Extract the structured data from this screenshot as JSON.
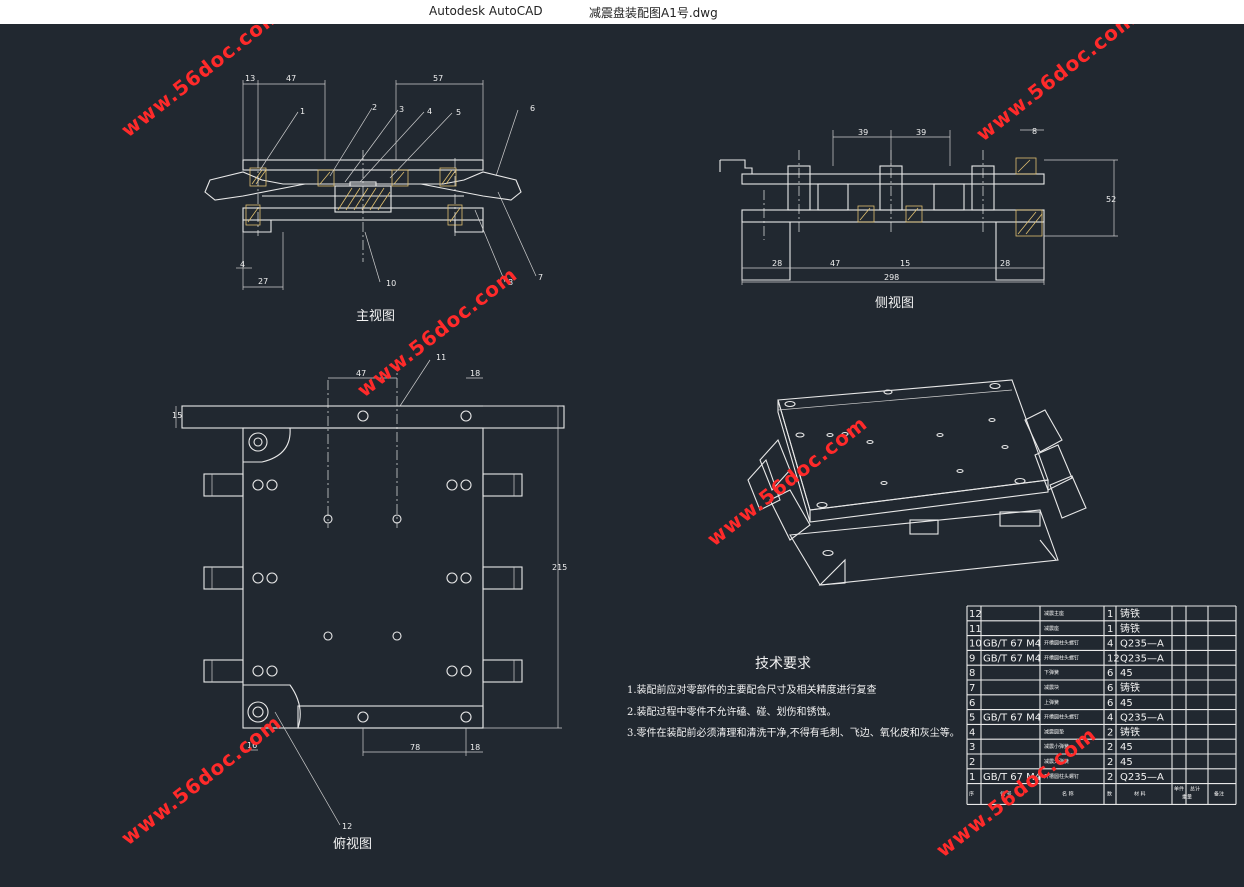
{
  "window": {
    "app_title": "Autodesk AutoCAD",
    "file_title": "减震盘装配图A1号.dwg"
  },
  "views": {
    "front": "主视图",
    "side": "侧视图",
    "top": "俯视图"
  },
  "dims": {
    "front_a": "13",
    "front_b": "47",
    "front_c": "57",
    "front_d": "4",
    "front_e": "27",
    "side_a": "39",
    "side_b": "39",
    "side_c": "8",
    "side_d": "52",
    "side_e": "28",
    "side_f": "47",
    "side_g": "15",
    "side_h": "28",
    "side_i": "298",
    "top_a": "47",
    "top_b": "18",
    "top_c": "15",
    "top_d": "215",
    "top_e": "16",
    "top_f": "78",
    "top_g": "18"
  },
  "balloons": [
    "1",
    "2",
    "3",
    "4",
    "5",
    "6",
    "7",
    "8",
    "10",
    "11",
    "12"
  ],
  "tech": {
    "title": "技术要求",
    "items": [
      "1.装配前应对零部件的主要配合尺寸及相关精度进行复查",
      "2.装配过程中零件不允许磕、碰、划伤和锈蚀。",
      "3.零件在装配前必须清理和清洗干净,不得有毛刺、飞边、氧化皮和灰尘等。"
    ]
  },
  "bom": {
    "rows": [
      {
        "no": "12",
        "code": "",
        "name": "减震主座",
        "qty": "1",
        "mat": "铸铁"
      },
      {
        "no": "11",
        "code": "",
        "name": "减震座",
        "qty": "1",
        "mat": "铸铁"
      },
      {
        "no": "10",
        "code": "GB/T 67 M4",
        "name": "开槽圆柱头螺钉",
        "qty": "4",
        "mat": "Q235—A"
      },
      {
        "no": "9",
        "code": "GB/T 67 M4",
        "name": "开槽圆柱头螺钉",
        "qty": "12",
        "mat": "Q235—A"
      },
      {
        "no": "8",
        "code": "",
        "name": "下弹簧",
        "qty": "6",
        "mat": "45"
      },
      {
        "no": "7",
        "code": "",
        "name": "减震块",
        "qty": "6",
        "mat": "铸铁"
      },
      {
        "no": "6",
        "code": "",
        "name": "上弹簧",
        "qty": "6",
        "mat": "45"
      },
      {
        "no": "5",
        "code": "GB/T 67 M4",
        "name": "开槽圆柱头螺钉",
        "qty": "4",
        "mat": "Q235—A"
      },
      {
        "no": "4",
        "code": "",
        "name": "减震圆垫",
        "qty": "2",
        "mat": "铸铁"
      },
      {
        "no": "3",
        "code": "",
        "name": "减震小弹簧",
        "qty": "2",
        "mat": "45"
      },
      {
        "no": "2",
        "code": "",
        "name": "减震大弹簧",
        "qty": "2",
        "mat": "45"
      },
      {
        "no": "1",
        "code": "GB/T 67 M4",
        "name": "开槽圆柱头螺钉",
        "qty": "2",
        "mat": "Q235—A"
      }
    ],
    "header": {
      "no": "序",
      "code": "代 号",
      "name": "名 称",
      "qty": "数",
      "mat": "材 料",
      "single": "单件",
      "total": "总计",
      "weight": "重量",
      "note": "备注"
    }
  },
  "watermark": "www.56doc.com",
  "colors": {
    "background": "#212830",
    "lines": "#e8e8e8",
    "hatch": "#e0c070",
    "watermark": "#ff2a2a"
  }
}
